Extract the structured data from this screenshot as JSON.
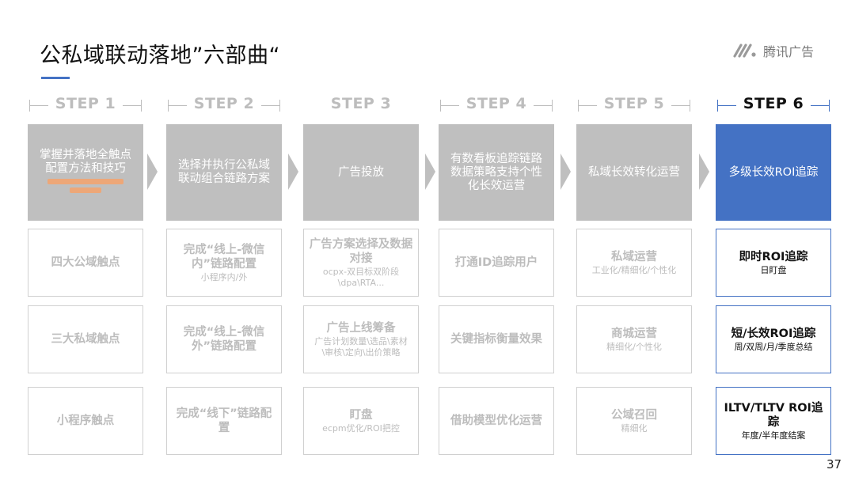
{
  "title": "公私域联动落地”六部曲“",
  "logo_text": "腾讯广告",
  "page_number": "37",
  "accent_color": "#4472C4",
  "steps": [
    {
      "label": "STEP 1",
      "head": "掌握并落地全触点配置方法和技巧",
      "head_sub": "（橙色小字，模糊不可辨认）",
      "cells": [
        {
          "main": "四大公域触点",
          "sub": ""
        },
        {
          "main": "三大私域触点",
          "sub": ""
        },
        {
          "main": "小程序触点",
          "sub": ""
        }
      ]
    },
    {
      "label": "STEP 2",
      "head": "选择并执行公私域联动组合链路方案",
      "head_sub": "",
      "cells": [
        {
          "main": "完成“线上-微信内”链路配置",
          "sub": "小程序内/外"
        },
        {
          "main": "完成“线上-微信外”链路配置",
          "sub": ""
        },
        {
          "main": "完成“线下”链路配置",
          "sub": ""
        }
      ]
    },
    {
      "label": "STEP 3",
      "head": "广告投放",
      "head_sub": "",
      "cells": [
        {
          "main": "广告方案选择及数据对接",
          "sub": "ocpx-双目标双阶段\\dpa\\RTA..."
        },
        {
          "main": "广告上线筹备",
          "sub": "广告计划数量\\选品\\素材\\审核\\定向\\出价策略"
        },
        {
          "main": "盯盘",
          "sub": "ecpm优化/ROI把控"
        }
      ]
    },
    {
      "label": "STEP 4",
      "head": "有数看板追踪链路数据策略支持个性化长效运营",
      "head_sub": "",
      "cells": [
        {
          "main": "打通ID追踪用户",
          "sub": ""
        },
        {
          "main": "关键指标衡量效果",
          "sub": ""
        },
        {
          "main": "借助模型优化运营",
          "sub": ""
        }
      ]
    },
    {
      "label": "STEP 5",
      "head": "私域长效转化运营",
      "head_sub": "",
      "cells": [
        {
          "main": "私域运营",
          "sub": "工业化/精细化/个性化"
        },
        {
          "main": "商城运营",
          "sub": "精细化/个性化"
        },
        {
          "main": "公域召回",
          "sub": "精细化"
        }
      ]
    },
    {
      "label": "STEP 6",
      "head": "多级长效ROI追踪",
      "head_sub": "",
      "cells": [
        {
          "main": "即时ROI追踪",
          "sub": "日盯盘"
        },
        {
          "main": "短/长效ROI追踪",
          "sub": "周/双周/月/季度总结"
        },
        {
          "main": "ILTV/TLTV ROI追踪",
          "sub": "年度/半年度结案"
        }
      ]
    }
  ]
}
